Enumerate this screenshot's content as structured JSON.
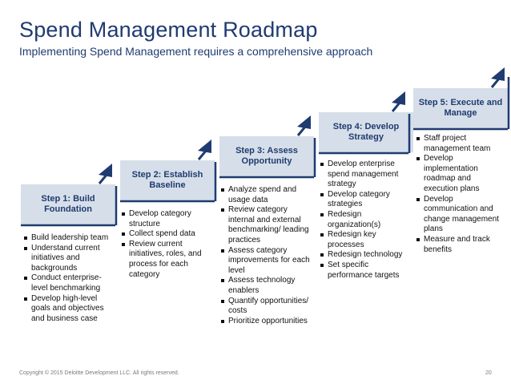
{
  "title": "Spend Management Roadmap",
  "subtitle": "Implementing Spend Management requires a comprehensive approach",
  "colors": {
    "accent": "#1f3b71",
    "header_fill": "#d6dfe9"
  },
  "steps": [
    {
      "label": "Step 1: Build Foundation",
      "bullets": [
        "Build leadership team",
        "Understand current initiatives and backgrounds",
        "Conduct enterprise-level benchmarking",
        "Develop high-level goals and objectives and business case"
      ]
    },
    {
      "label": "Step 2: Establish Baseline",
      "bullets": [
        "Develop category structure",
        "Collect spend data",
        "Review current initiatives, roles, and process for each category"
      ]
    },
    {
      "label": "Step 3: Assess Opportunity",
      "bullets": [
        "Analyze spend and usage data",
        "Review category internal and external benchmarking/ leading practices",
        "Assess category improvements for each level",
        "Assess technology enablers",
        "Quantify opportunities/ costs",
        "Prioritize opportunities"
      ]
    },
    {
      "label": "Step 4: Develop Strategy",
      "bullets": [
        "Develop enterprise spend management strategy",
        "Develop category strategies",
        "Redesign organization(s)",
        "Redesign key processes",
        "Redesign technology",
        "Set specific performance targets"
      ]
    },
    {
      "label": "Step 5: Execute and Manage",
      "bullets": [
        "Staff project management team",
        "Develop implementation roadmap and execution plans",
        "Develop communication and change management plans",
        "Measure and track benefits"
      ]
    }
  ],
  "footer": {
    "copyright": "Copyright © 2015 Deloitte Development LLC. All rights reserved.",
    "page_number": "20"
  }
}
